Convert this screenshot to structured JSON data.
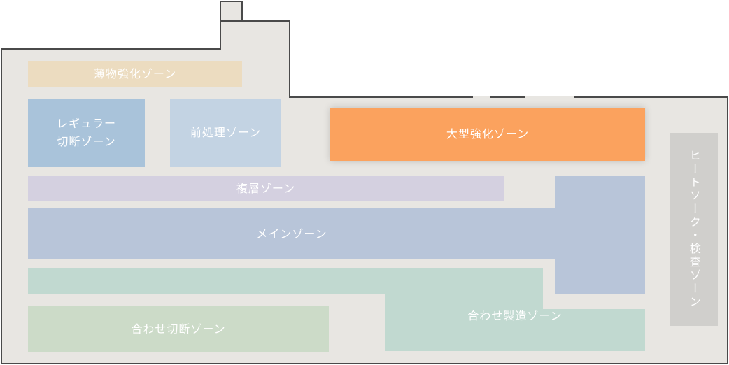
{
  "zones": {
    "thin": {
      "label": "薄物強化ゾーン",
      "color": "#ecdcc0"
    },
    "regular": {
      "label": "レギュラー\n切断ゾーン",
      "color": "#a9c3da"
    },
    "pretreat": {
      "label": "前処理ゾーン",
      "color": "#c3d3e3"
    },
    "large": {
      "label": "大型強化ゾーン",
      "color": "#fba25e",
      "highlighted": true
    },
    "lamination": {
      "label": "複層ゾーン",
      "color": "#d4d0e0"
    },
    "main": {
      "label": "メインゾーン",
      "color": "#b8c5d9"
    },
    "combine_make": {
      "label": "合わせ製造ゾーン",
      "color": "#c1d9d0"
    },
    "combine_cut": {
      "label": "合わせ切断ゾーン",
      "color": "#ccdbc8"
    },
    "heat_soak": {
      "label": "ヒートソーク・検査ゾーン",
      "color": "#d0cfcc"
    }
  },
  "colors": {
    "floor": "#e8e6e2",
    "wall": "#4a4a4a"
  }
}
